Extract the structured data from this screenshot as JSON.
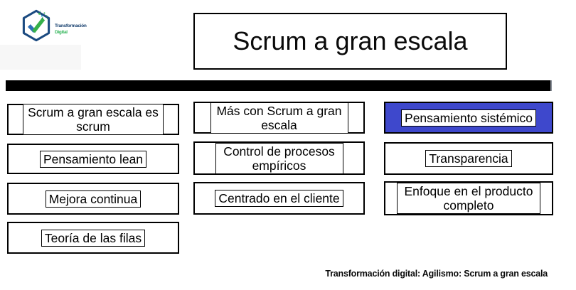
{
  "logo": {
    "title": "Transformación",
    "subtitle": "Digital"
  },
  "header": {
    "title": "Scrum a gran escala"
  },
  "grid": {
    "columns": [
      {
        "items": [
          {
            "label": "Scrum a gran escala es scrum",
            "highlighted": false
          },
          {
            "label": "Pensamiento lean",
            "highlighted": false
          },
          {
            "label": "Mejora continua",
            "highlighted": false
          },
          {
            "label": "Teoría de las filas",
            "highlighted": false
          }
        ]
      },
      {
        "items": [
          {
            "label": "Más con Scrum a gran escala",
            "highlighted": false
          },
          {
            "label": "Control de procesos empíricos",
            "highlighted": false
          },
          {
            "label": "Centrado en el cliente",
            "highlighted": false
          }
        ]
      },
      {
        "items": [
          {
            "label": "Pensamiento sistémico",
            "highlighted": true
          },
          {
            "label": "Transparencia",
            "highlighted": false
          },
          {
            "label": "Enfoque en el producto completo",
            "highlighted": false
          }
        ]
      }
    ]
  },
  "footer": {
    "text": "Transformación digital: Agilismo: Scrum a gran escala"
  },
  "colors": {
    "highlight_blue": "#3e48cc",
    "logo_navy": "#17406f",
    "logo_green": "#2fb457",
    "divider_black": "#000000"
  }
}
